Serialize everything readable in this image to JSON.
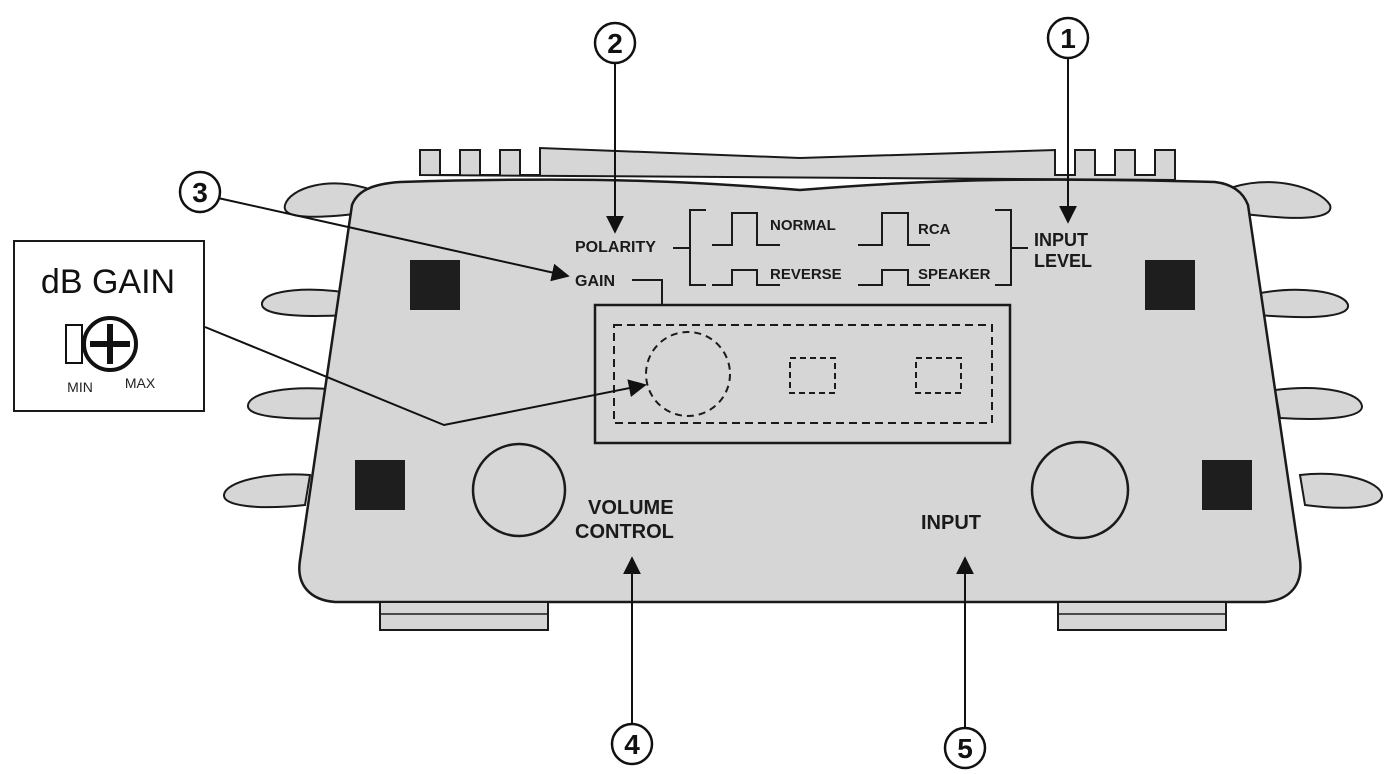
{
  "callouts": {
    "c1": "1",
    "c2": "2",
    "c3": "3",
    "c4": "4",
    "c5": "5"
  },
  "labels": {
    "polarity": "POLARITY",
    "gain": "GAIN",
    "normal": "NORMAL",
    "reverse": "REVERSE",
    "rca": "RCA",
    "speaker": "SPEAKER",
    "input_level_line1": "INPUT",
    "input_level_line2": "LEVEL",
    "volume_line1": "VOLUME",
    "volume_line2": "CONTROL",
    "input": "INPUT"
  },
  "gain_box": {
    "title": "dB GAIN",
    "min": "MIN",
    "max": "MAX"
  },
  "colors": {
    "body_fill": "#d6d6d6",
    "outline": "#1a1a1a",
    "square": "#1e1e1e",
    "background": "#ffffff"
  }
}
